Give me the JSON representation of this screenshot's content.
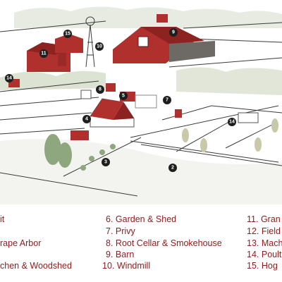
{
  "colors": {
    "building_red": "#b0302e",
    "roof_gray": "#6d6a66",
    "marker_fill": "#1e1e1e",
    "legend_text": "#8e1b1b",
    "fence": "#3a3a3a",
    "tree_green": "#8fa77e",
    "grass": "#dfe5d4"
  },
  "markers": [
    {
      "number": "2"
    },
    {
      "number": "3"
    },
    {
      "number": "4"
    },
    {
      "number": "5"
    },
    {
      "number": "7"
    },
    {
      "number": "8"
    },
    {
      "number": "9"
    },
    {
      "number": "10"
    },
    {
      "number": "11"
    },
    {
      "number": "14"
    },
    {
      "number": "14"
    },
    {
      "number": "15"
    }
  ],
  "legend": [
    {
      "number": "",
      "label": "it"
    },
    {
      "number": "",
      "label": "rape Arbor"
    },
    {
      "number": "",
      "label": "chen & Woodshed"
    },
    {
      "number": "6.",
      "label": "Garden & Shed"
    },
    {
      "number": "7.",
      "label": "Privy"
    },
    {
      "number": "8.",
      "label": "Root Cellar & Smokehouse"
    },
    {
      "number": "9.",
      "label": "Barn"
    },
    {
      "number": "10.",
      "label": "Windmill"
    },
    {
      "number": "11.",
      "label": "Gran"
    },
    {
      "number": "12.",
      "label": "Field"
    },
    {
      "number": "13.",
      "label": "Mach"
    },
    {
      "number": "14.",
      "label": "Poult"
    },
    {
      "number": "15.",
      "label": "Hog"
    }
  ]
}
